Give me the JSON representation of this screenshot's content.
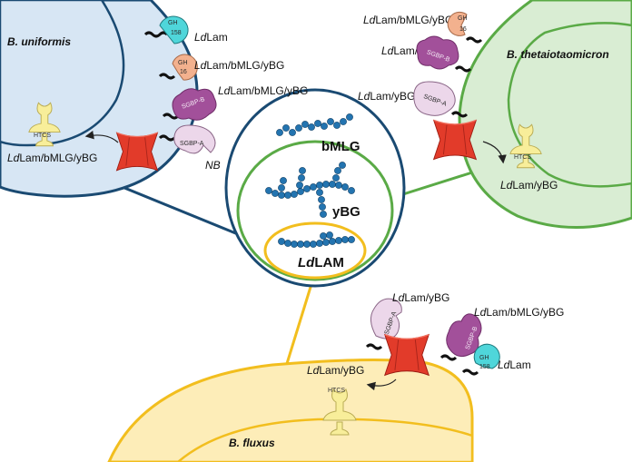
{
  "species": {
    "b_uniformis": "B. uniformis",
    "b_thetaiotaomicron": "B. thetaiotaomicron",
    "b_fluxus": "B. fluxus"
  },
  "glycans": {
    "bmlg": "bMLG",
    "ybg": "yBG",
    "ldlam_prefix": "Ld",
    "ldlam_suffix": "LAM"
  },
  "domains": {
    "gh158": [
      "GH",
      "158"
    ],
    "gh16": [
      "GH",
      "16"
    ],
    "sgbp_a": "SGBP-A",
    "sgbp_b": "SGBP-B",
    "htcs": "HTCS",
    "nb": "NB"
  },
  "substrates": {
    "ld": "Ld",
    "lam": "Lam",
    "lam_bmlg_ybg": "Lam/bMLG/yBG",
    "lam_ybg": "Lam/yBG"
  },
  "colors": {
    "uniformis_fill": "#d7e6f4",
    "uniformis_stroke": "#1a4a72",
    "theta_fill": "#d9edd3",
    "theta_stroke": "#5aaa46",
    "fluxus_fill": "#fdedb8",
    "fluxus_stroke": "#f2be1e",
    "transporter": "#e23b2a",
    "gh158": "#4fd6da",
    "gh16": "#f3b18e",
    "sgbp_b": "#a2509a",
    "sgbp_a": "#ecd7ea",
    "htcs": "#f8ee9a",
    "glucose": "#2374b0"
  }
}
